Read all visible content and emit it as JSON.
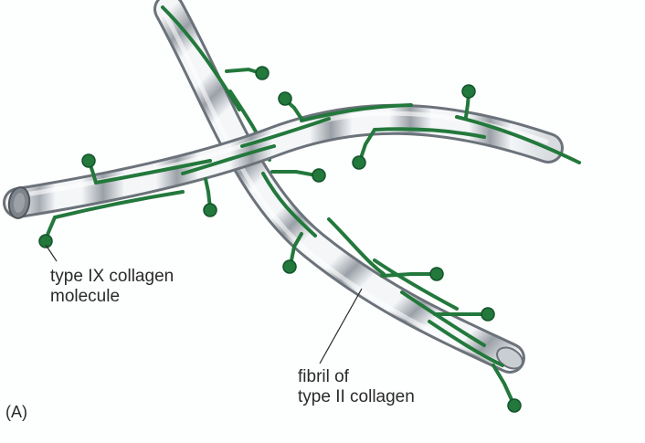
{
  "labels": {
    "type_ix": [
      "type IX collagen",
      "molecule"
    ],
    "fibril": [
      "fibril of",
      "type II collagen"
    ],
    "panel": "(A)"
  },
  "colors": {
    "collagen_ix": "#23783c",
    "collagen_ix_dark": "#12542a",
    "fibril_light": "#f2f4f6",
    "fibril_band": "#9aa0a7",
    "fibril_shadow": "#5f666e",
    "label_text": "#2a2a2a"
  }
}
